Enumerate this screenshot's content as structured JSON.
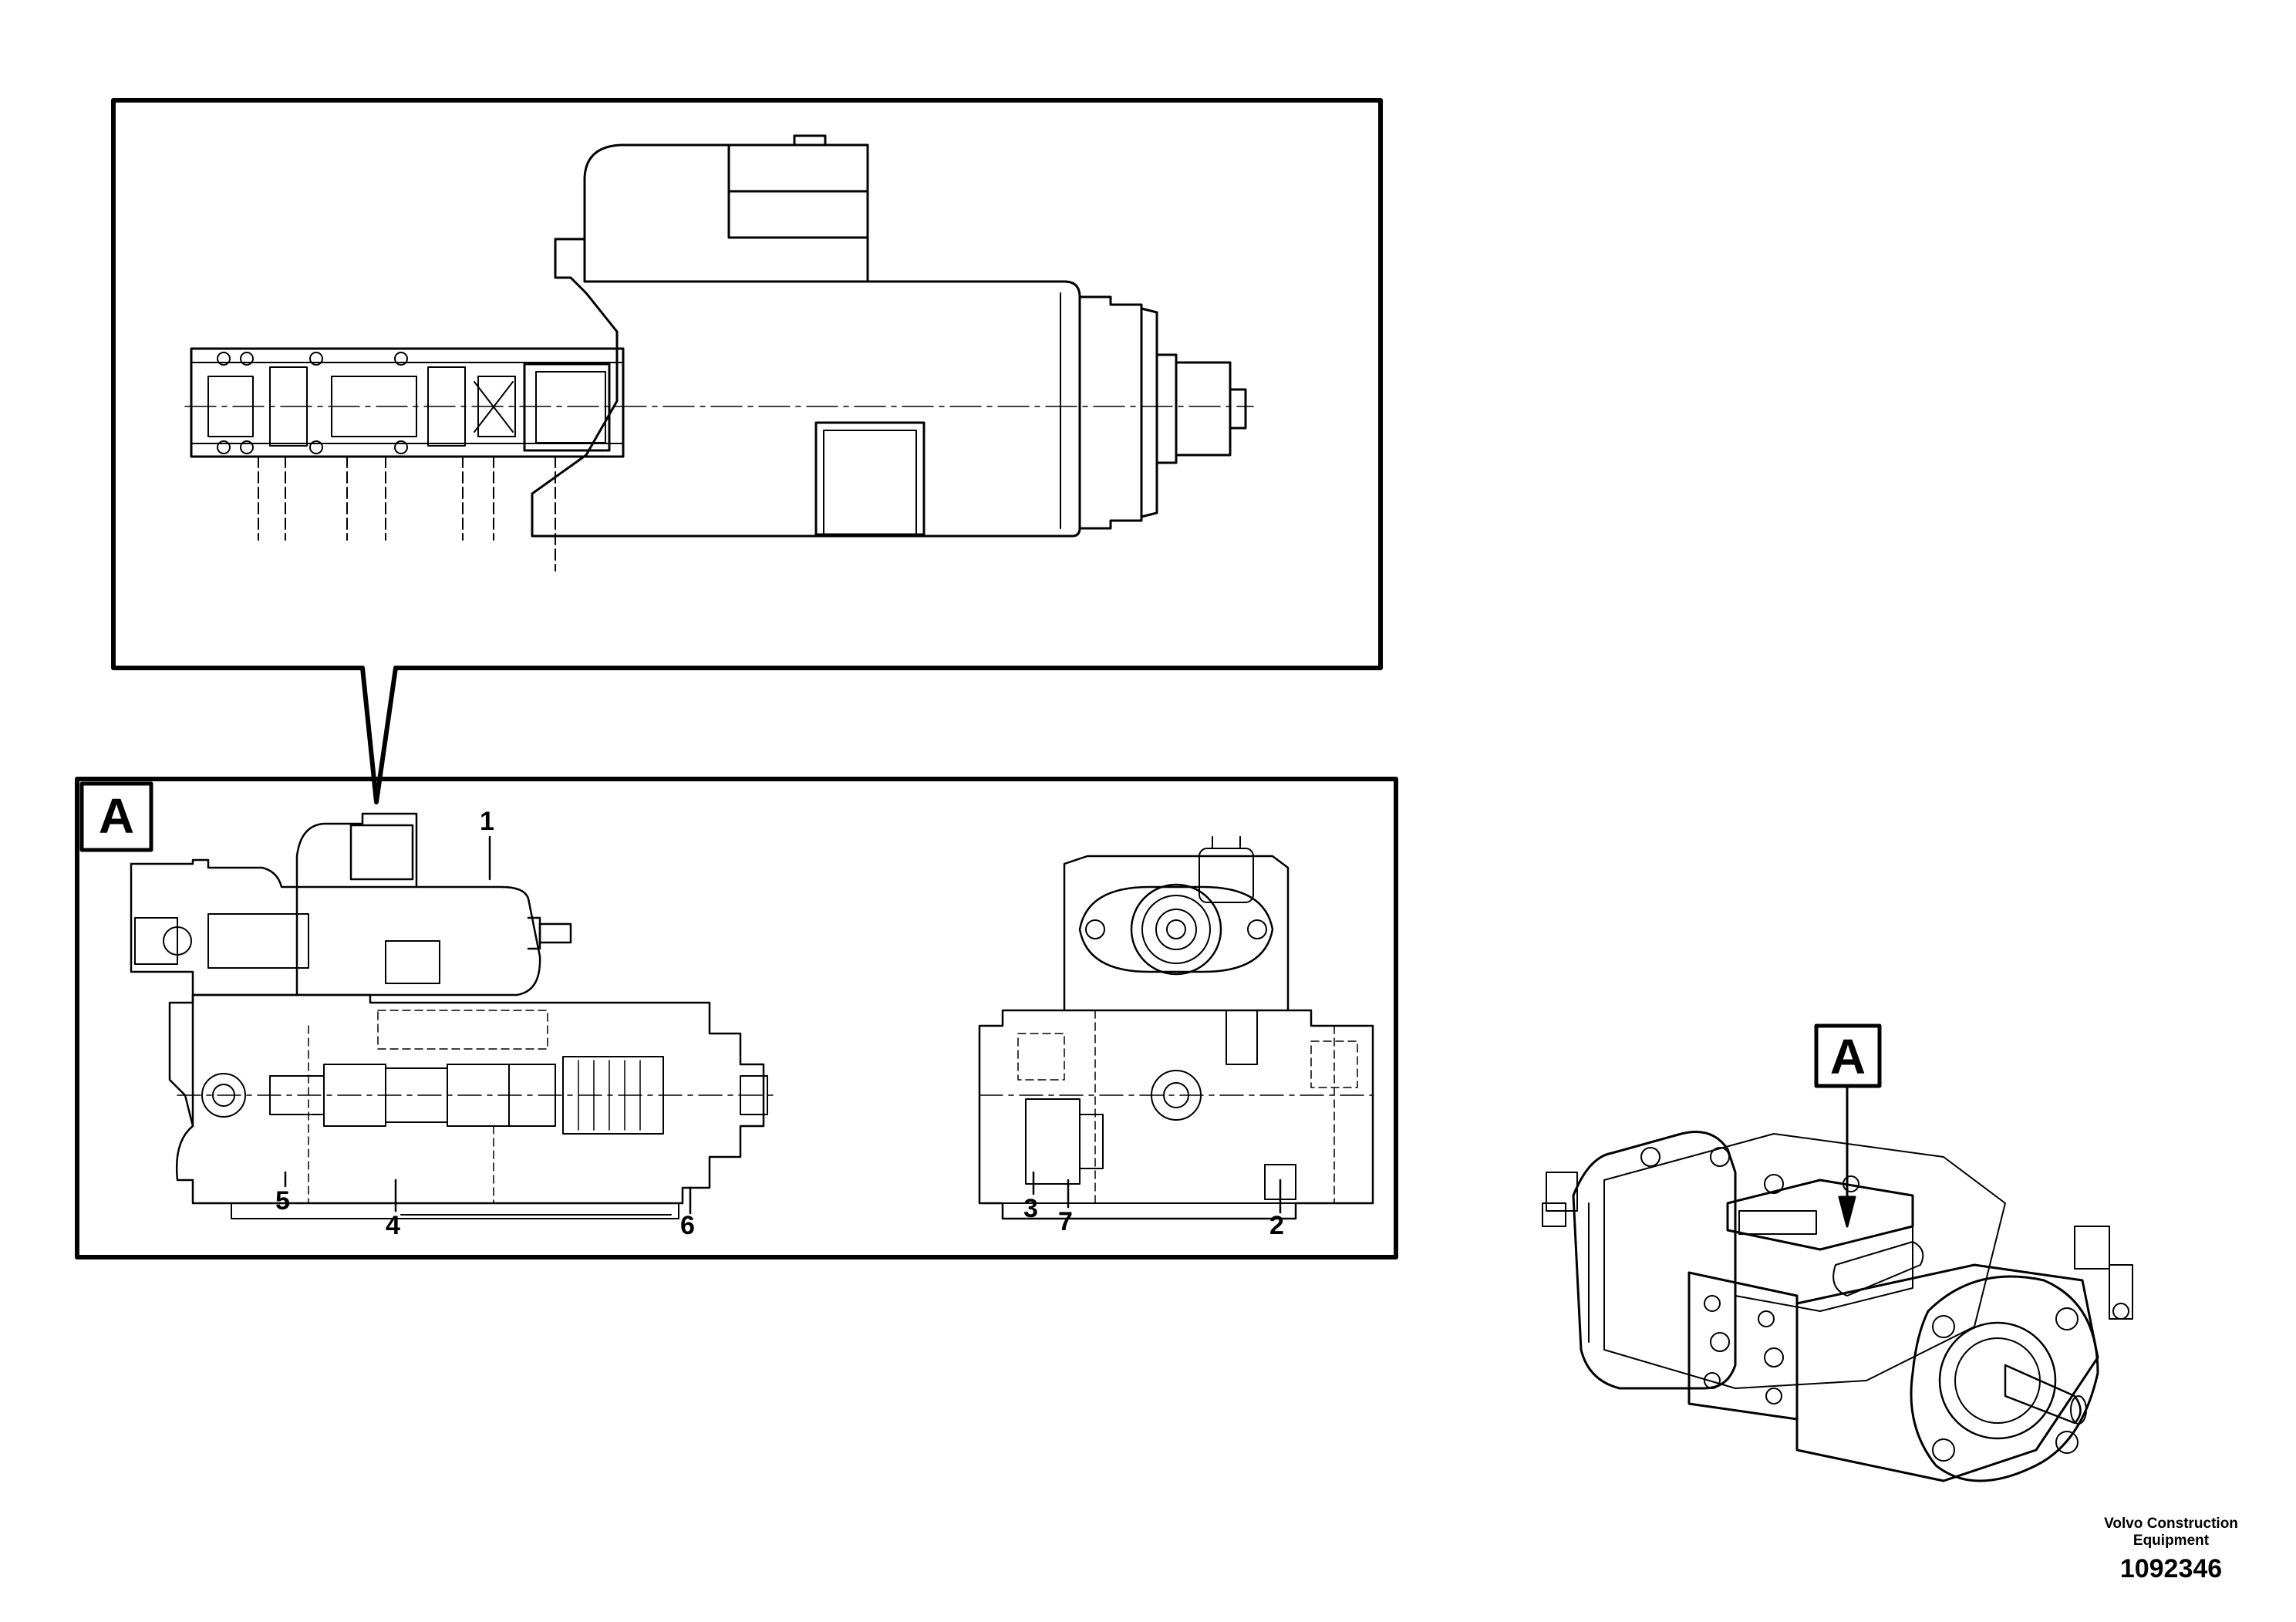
{
  "view_label": "A",
  "callouts": {
    "c1": "1",
    "c2": "2",
    "c3": "3",
    "c4": "4",
    "c5": "5",
    "c6": "6",
    "c7": "7"
  },
  "company_line1": "Volvo Construction",
  "company_line2": "Equipment",
  "document_number": "1092346",
  "colors": {
    "line": "#000000",
    "background": "#ffffff"
  }
}
